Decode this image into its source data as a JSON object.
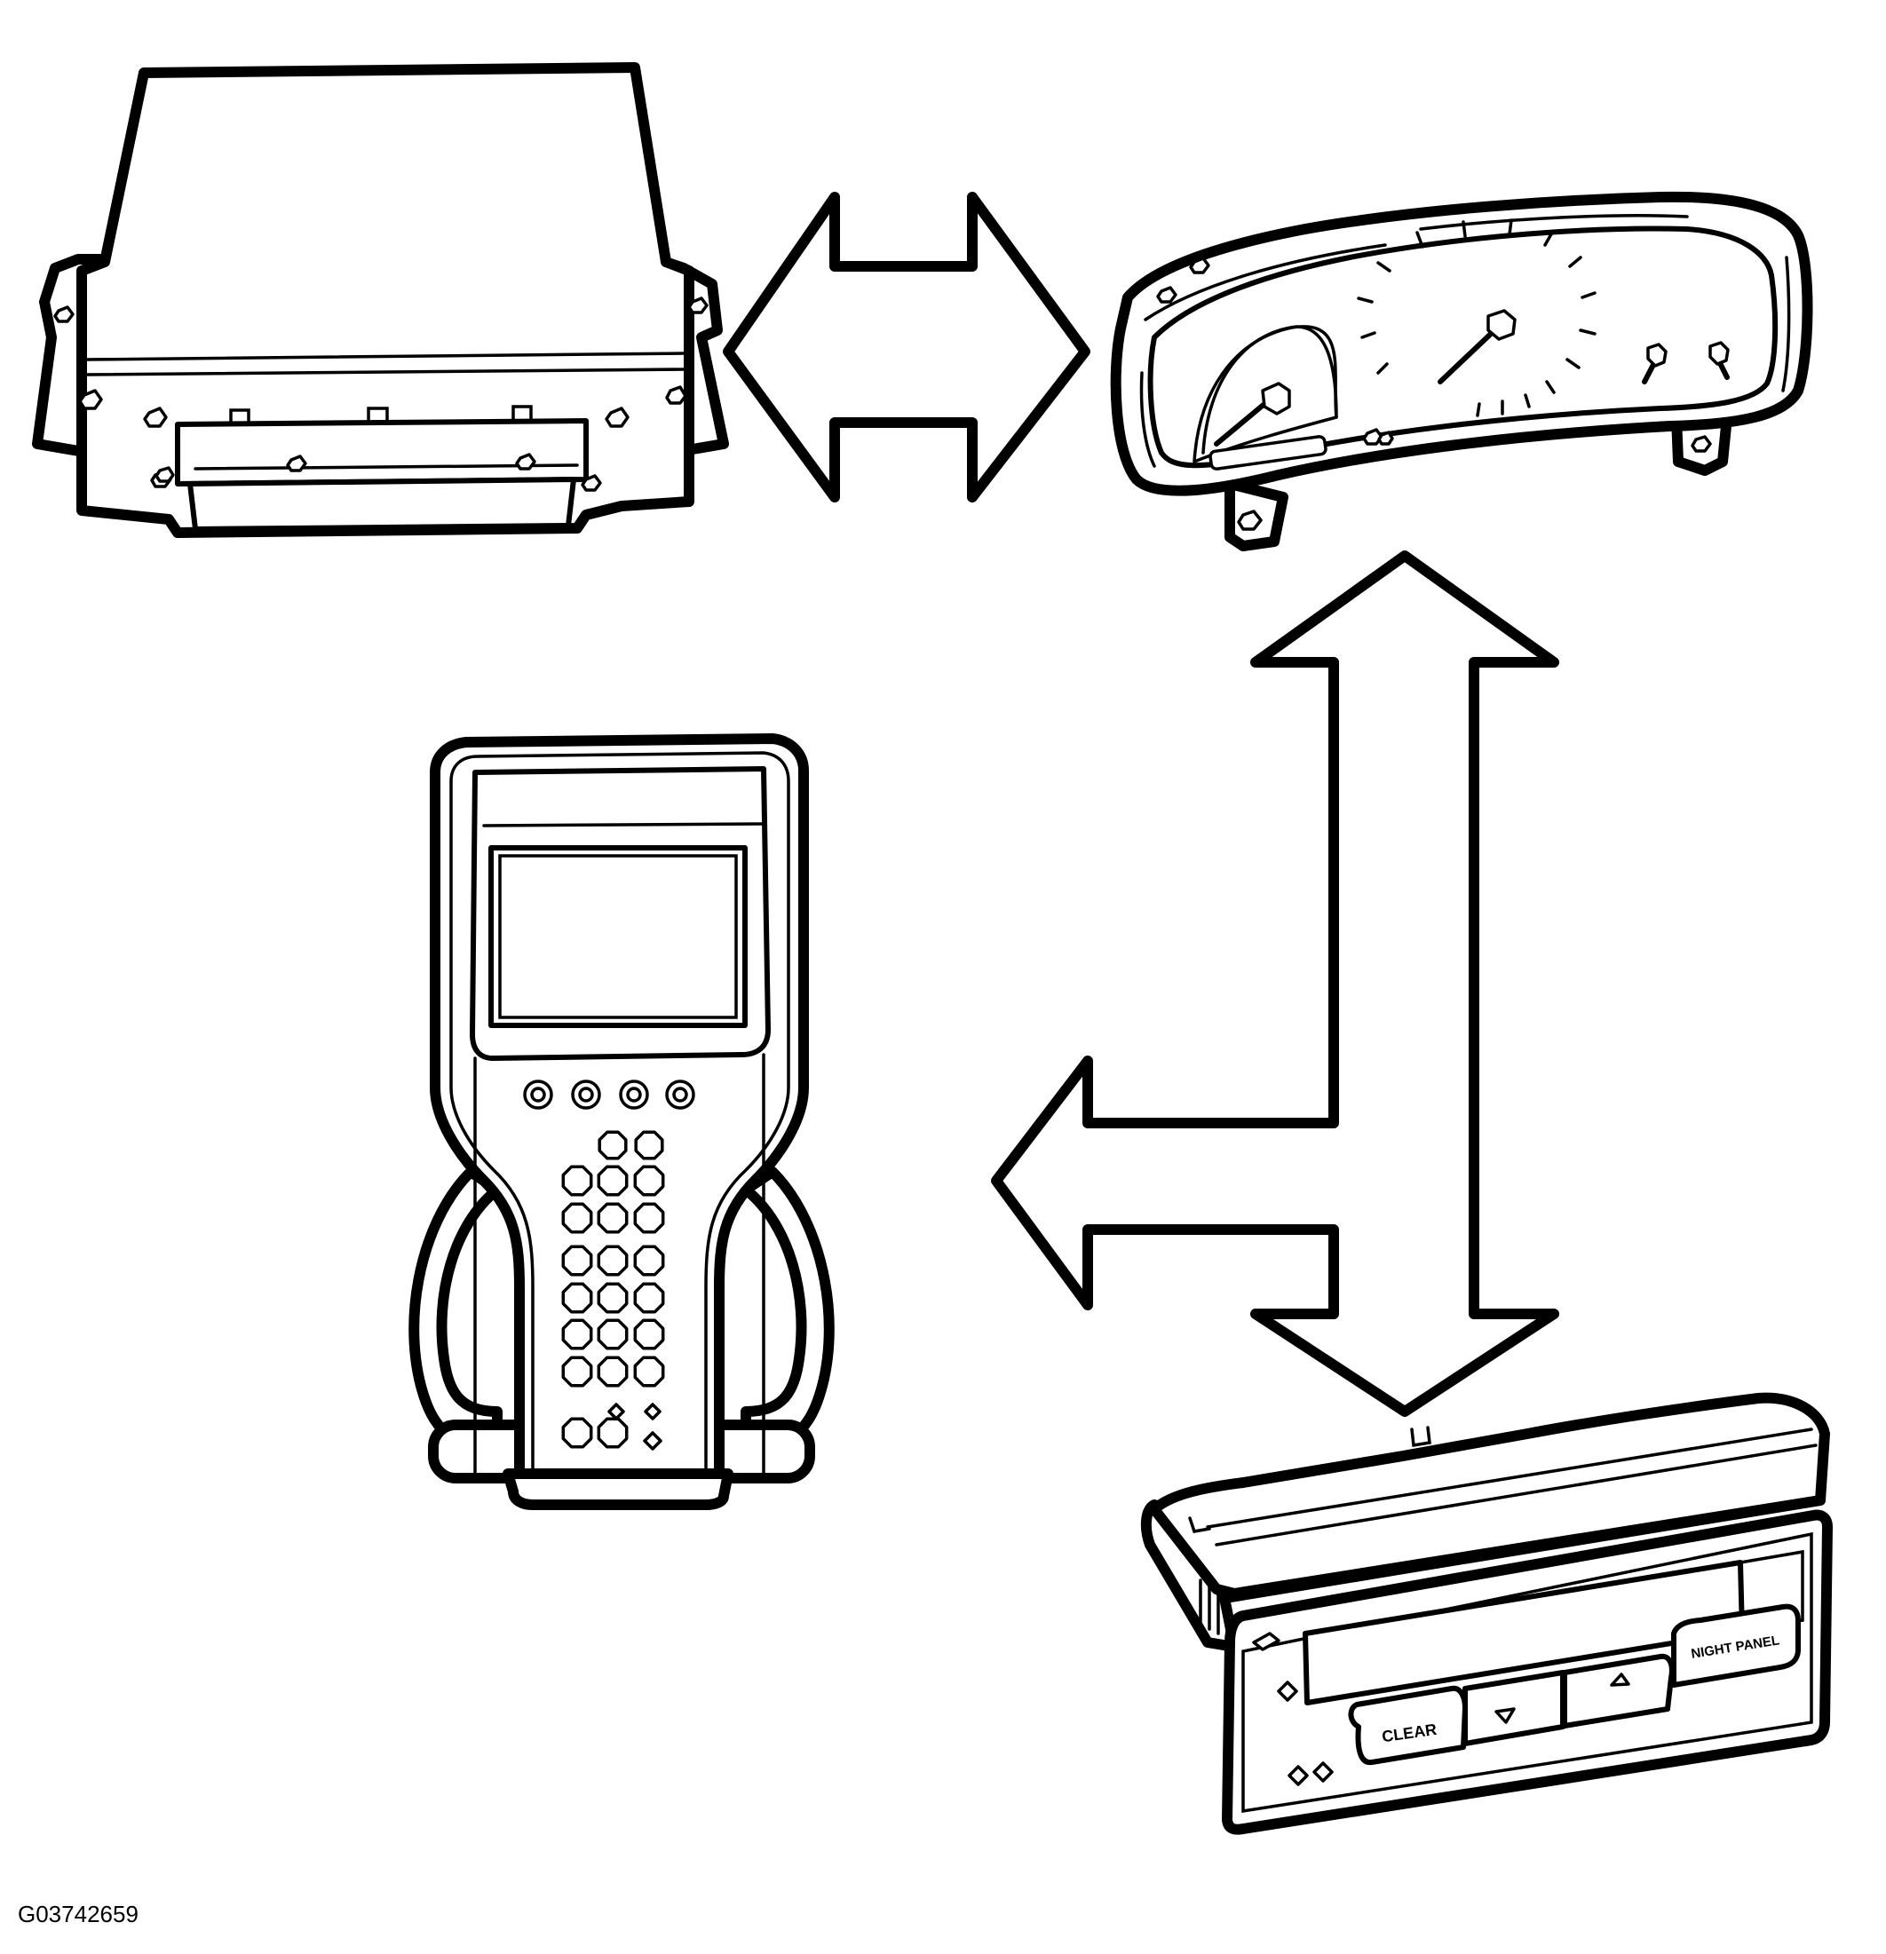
{
  "figure_id": "G03742659",
  "display_unit": {
    "clear_button_label": "CLEAR",
    "night_panel_button_label": "NIGHT PANEL"
  }
}
